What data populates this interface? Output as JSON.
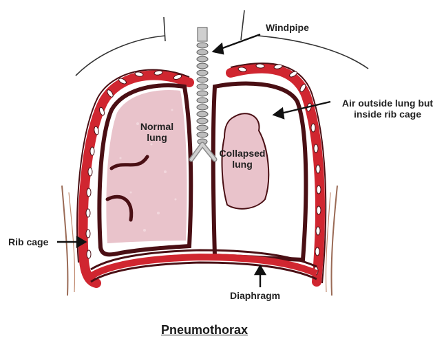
{
  "title": "Pneumothorax",
  "labels": {
    "windpipe": "Windpipe",
    "air_outside": "Air outside lung but inside rib cage",
    "normal_lung": "Normal lung",
    "collapsed_lung": "Collapsed lung",
    "rib_cage": "Rib cage",
    "diaphragm": "Diaphragm"
  },
  "colors": {
    "outline": "#4a0f14",
    "lung_fill": "#e9c3cb",
    "rib_red": "#d02630",
    "trachea": "#b8b8b8",
    "ink": "#1a1a1a"
  }
}
